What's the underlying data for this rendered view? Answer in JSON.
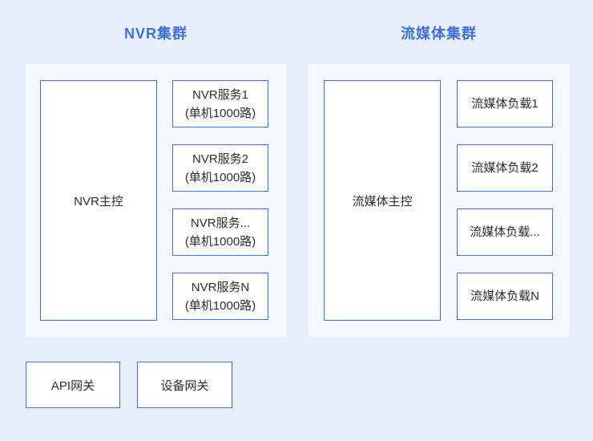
{
  "colors": {
    "page_bg": "#e9eefc",
    "panel_bg": "#f6f9fe",
    "box_border": "#3d6ee0",
    "title_blue": "#3e6fde",
    "text_dark": "#2d2d2d"
  },
  "clusters": [
    {
      "title": "NVR集群",
      "master": "NVR主控",
      "nodes": [
        {
          "name": "NVR服务1",
          "capacity": "(单机1000路)"
        },
        {
          "name": "NVR服务2",
          "capacity": "(单机1000路)"
        },
        {
          "name": "NVR服务...",
          "capacity": "(单机1000路)"
        },
        {
          "name": "NVR服务N",
          "capacity": "(单机1000路)"
        }
      ]
    },
    {
      "title": "流媒体集群",
      "master": "流媒体主控",
      "nodes": [
        {
          "name": "流媒体负载1"
        },
        {
          "name": "流媒体负载2"
        },
        {
          "name": "流媒体负载..."
        },
        {
          "name": "流媒体负载N"
        }
      ]
    }
  ],
  "gateways": {
    "api": "API网关",
    "device": "设备网关"
  }
}
